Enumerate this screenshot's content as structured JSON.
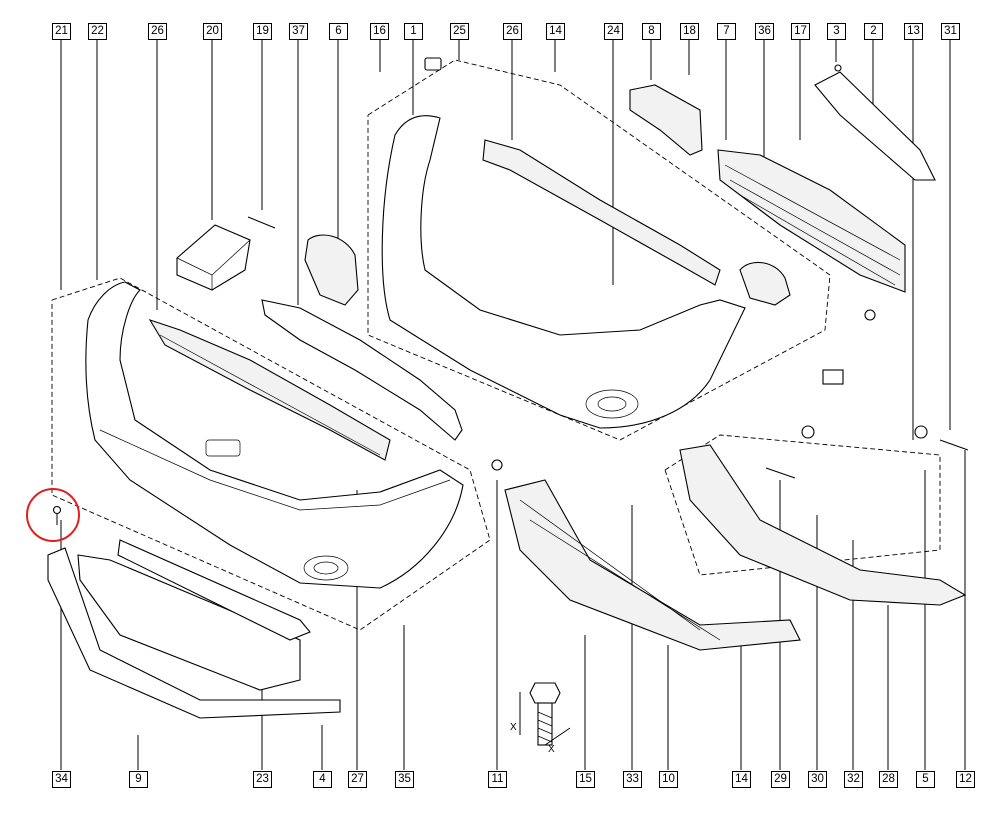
{
  "diagram": {
    "top_callouts": [
      "21",
      "22",
      "26",
      "20",
      "19",
      "37",
      "6",
      "16",
      "1",
      "25",
      "26",
      "14",
      "24",
      "8",
      "18",
      "7",
      "36",
      "17",
      "3",
      "2",
      "13",
      "31"
    ],
    "bottom_callouts": [
      "34",
      "9",
      "23",
      "4",
      "27",
      "35",
      "11",
      "15",
      "33",
      "10",
      "14",
      "29",
      "30",
      "32",
      "28",
      "5",
      "12"
    ],
    "highlight_color": "#e02020",
    "dimension_labels": [
      "X",
      "X"
    ]
  }
}
